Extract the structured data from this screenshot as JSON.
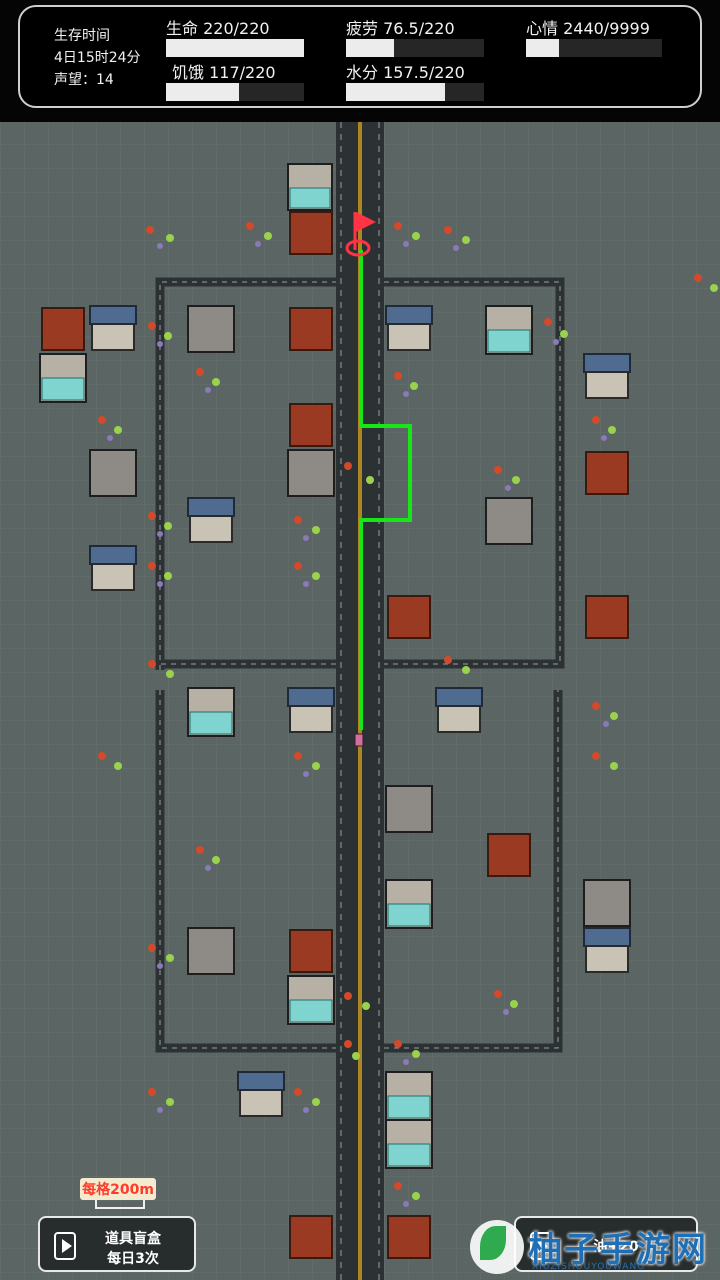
{
  "hud": {
    "survival_label": "生存时间",
    "survival_value": "4日15时24分",
    "reputation": "声望：14",
    "life": {
      "label": "生命 220/220",
      "value": 220,
      "max": 220
    },
    "hunger": {
      "label": "饥饿 117/220",
      "value": 117,
      "max": 220
    },
    "fatigue": {
      "label": "疲劳 76.5/220",
      "value": 76.5,
      "max": 220
    },
    "water": {
      "label": "水分 157.5/220",
      "value": 157.5,
      "max": 220
    },
    "mood": {
      "label": "心情 2440/9999",
      "value": 2440,
      "max": 9999
    }
  },
  "map": {
    "scale_label": "每格200m",
    "route_color": "#19e619",
    "flag_color": "#ff3344",
    "road_color": "#2c3234",
    "ground_color": "#5b6563"
  },
  "buttons": {
    "blind_box_line1": "道具盲盒",
    "blind_box_line2": "每日3次",
    "fuel_label": "油+20"
  },
  "watermark": {
    "text": "柚子手游网",
    "sub": "XIUZISHOUYOUWANG"
  }
}
